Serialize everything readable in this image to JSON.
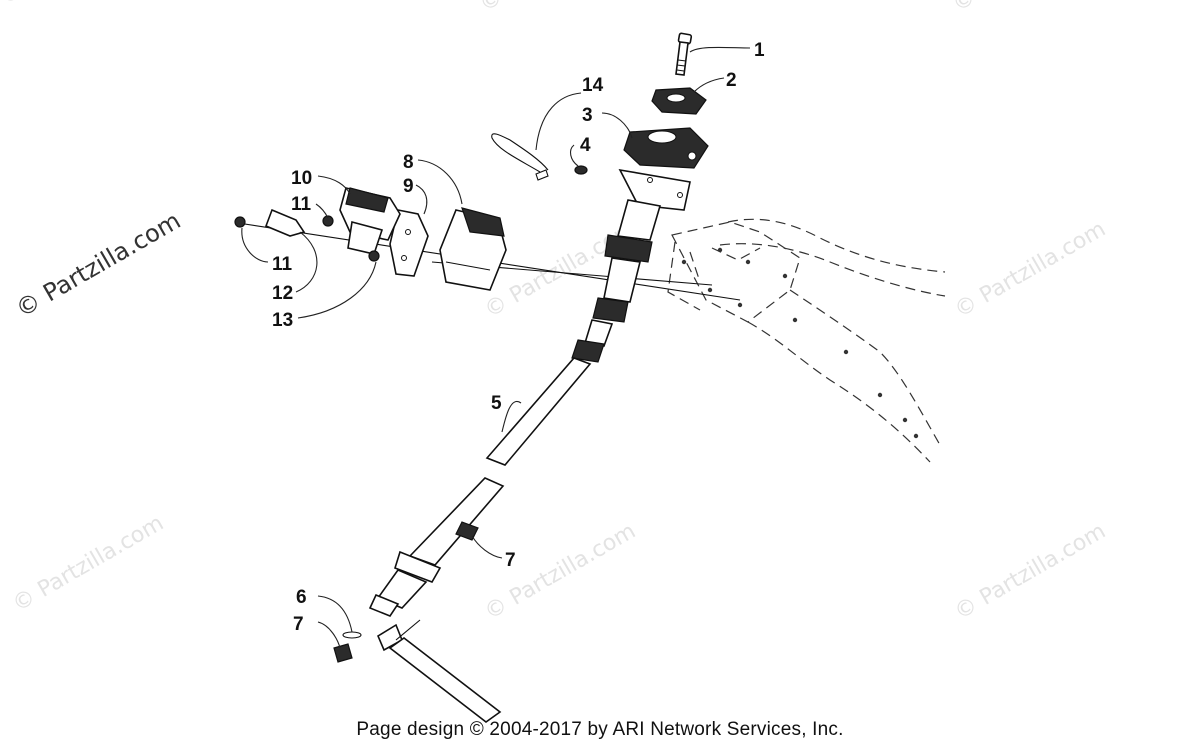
{
  "watermark": "© Partzilla.com",
  "callouts": [
    {
      "id": "c1",
      "label": "1"
    },
    {
      "id": "c2",
      "label": "2"
    },
    {
      "id": "c3",
      "label": "3"
    },
    {
      "id": "c4",
      "label": "4"
    },
    {
      "id": "c5",
      "label": "5"
    },
    {
      "id": "c6",
      "label": "6"
    },
    {
      "id": "c7a",
      "label": "7"
    },
    {
      "id": "c7b",
      "label": "7"
    },
    {
      "id": "c8",
      "label": "8"
    },
    {
      "id": "c9",
      "label": "9"
    },
    {
      "id": "c10",
      "label": "10"
    },
    {
      "id": "c11a",
      "label": "11"
    },
    {
      "id": "c11b",
      "label": "11"
    },
    {
      "id": "c12",
      "label": "12"
    },
    {
      "id": "c13",
      "label": "13"
    },
    {
      "id": "c14",
      "label": "14"
    }
  ],
  "footer": "Page design © 2004-2017 by ARI Network Services, Inc."
}
